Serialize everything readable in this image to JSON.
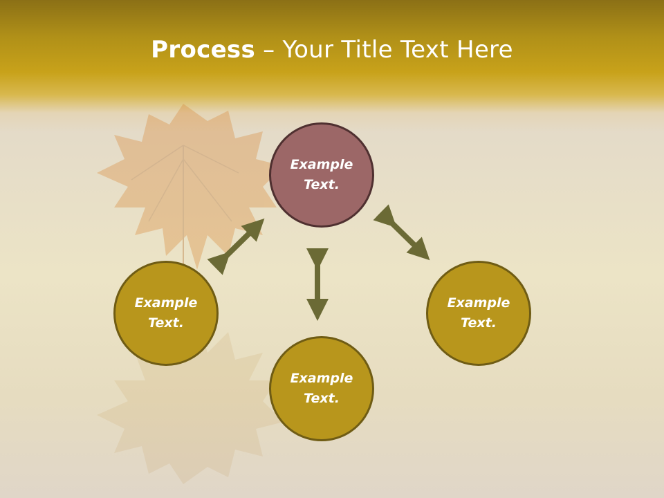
{
  "title": {
    "bold": "Process",
    "rest": " – Your Title Text Here"
  },
  "colors": {
    "header": "#c8a21a",
    "top_node": "#9c6767",
    "gold_node": "#b8961c",
    "arrow": "#6b6a35"
  },
  "nodes": {
    "top": {
      "line1": "Example",
      "line2": "Text."
    },
    "left": {
      "line1": "Example",
      "line2": "Text."
    },
    "right": {
      "line1": "Example",
      "line2": "Text."
    },
    "bottom": {
      "line1": "Example",
      "line2": "Text."
    }
  }
}
